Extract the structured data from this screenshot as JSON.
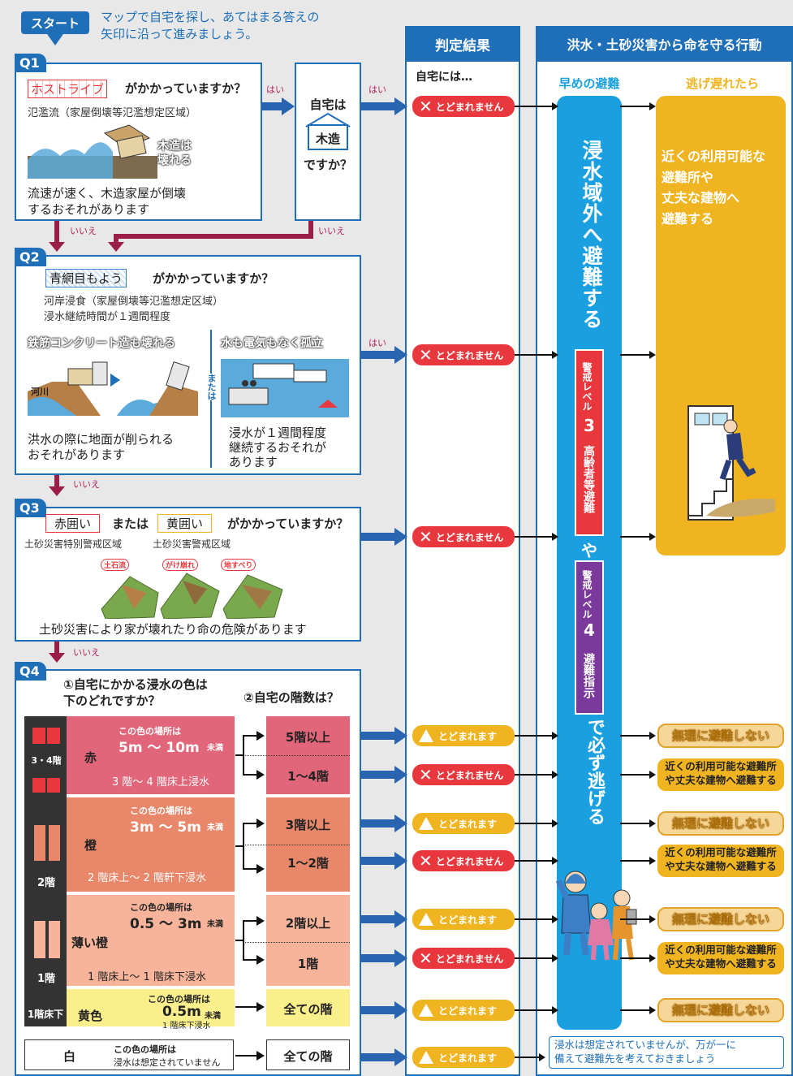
{
  "start": {
    "label": "スタート",
    "instruction": "マップで自宅を探し、あてはまる答えの\n矢印に沿って進みましょう。"
  },
  "headers": {
    "judge": "判定結果",
    "actions": "洪水・土砂災害から命を守る行動",
    "at_home": "自宅には…",
    "early": "早めの避難",
    "late": "逃げ遅れたら"
  },
  "q1": {
    "label": "Q1",
    "term": "ホストライブ",
    "question": "がかかっていますか？",
    "sub": "氾濫流（家屋倒壊等氾濫想定区域）",
    "illus_caption": "木造は\n壊れる",
    "desc": "流速が速く、木造家屋が倒壊\nするおそれがあります",
    "side_title": "自宅は",
    "side_house": "木造",
    "side_q": "ですか？",
    "yes": "はい",
    "yes2": "はい",
    "no": "いいえ",
    "no2": "いいえ"
  },
  "q2": {
    "label": "Q2",
    "term": "青網目もよう",
    "question": "がかかっていますか？",
    "sub1": "河岸浸食（家屋倒壊等氾濫想定区域）",
    "sub2": "浸水継続時間が１週間程度",
    "left_title": "鉄筋コンクリート造も壊れる",
    "right_title": "水も電気もなく孤立",
    "river": "河川",
    "or": "または",
    "left_desc": "洪水の際に地面が削られる\nおそれがあります",
    "right_desc": "浸水が１週間程度\n継続するおそれが\nあります",
    "yes": "はい",
    "no": "いいえ"
  },
  "q3": {
    "label": "Q3",
    "term1": "赤囲い",
    "or": "または",
    "term2": "黄囲い",
    "question": "がかかっていますか？",
    "sub1": "土砂災害特別警戒区域",
    "sub2": "土砂災害警戒区域",
    "tags": [
      "土石流",
      "がけ崩れ",
      "地すべり"
    ],
    "desc": "土砂災害により家が壊れたり命の危険があります",
    "no": "いいえ"
  },
  "q4": {
    "label": "Q4",
    "q_color": "①自宅にかかる浸水の色は\n下のどれですか？",
    "q_floor": "②自宅の階数は？",
    "rows": [
      {
        "floors": "3・4階",
        "color_name": "赤",
        "lead": "この色の場所は",
        "depth": "5m ～ 10m",
        "unit": "未満",
        "note": "3 階～ 4 階床上浸水",
        "opt1": "5階以上",
        "opt2": "1～4階"
      },
      {
        "floors": "2階",
        "color_name": "橙",
        "lead": "この色の場所は",
        "depth": "3m ～ 5m",
        "unit": "未満",
        "note": "2 階床上～ 2 階軒下浸水",
        "opt1": "3階以上",
        "opt2": "1～2階"
      },
      {
        "floors": "1階",
        "color_name": "薄い橙",
        "lead": "この色の場所は",
        "depth": "0.5 ～ 3m",
        "unit": "未満",
        "note": "1 階床上～ 1 階床下浸水",
        "opt1": "2階以上",
        "opt2": "1階"
      },
      {
        "floors": "1階床下",
        "color_name": "黄色",
        "lead": "この色の場所は",
        "depth": "0.5m",
        "unit": "未満",
        "note": "1 階床下浸水",
        "opt1": "全ての階"
      },
      {
        "color_name": "白",
        "lead": "この色の場所は",
        "note": "浸水は想定されていません",
        "opt1": "全ての階"
      }
    ]
  },
  "verdicts": {
    "cannot": "とどまれません",
    "can": "とどまれます"
  },
  "early_column": {
    "main": "浸水域外へ避難する",
    "level3": "警戒レベル",
    "level3_num": "3",
    "level3_text": "高齢者等避難",
    "ya": "や",
    "level4": "警戒レベル",
    "level4_num": "4",
    "level4_text": "避難指示",
    "must": "で必ず逃げる"
  },
  "late_column": {
    "text": "近くの利用可能な\n避難所や\n丈夫な建物へ\n避難する"
  },
  "results": {
    "no_forced": "無理に避難しない",
    "evacuate_near": "近くの利用可能な避難所\nや丈夫な建物へ避難する",
    "white_note": "浸水は想定されていませんが、万が一に\n備えて避難先を考えておきましょう"
  },
  "colors": {
    "blue": "#1e6fb8",
    "cyan": "#1aa0e0",
    "yellow": "#f0b421",
    "red": "#e8383d",
    "maroon": "#9b1e4a",
    "purple": "#7b3a9b",
    "row_red": "#e2667a",
    "row_orange": "#e8876a",
    "row_light": "#f7b49a",
    "row_yellow": "#fbef8c"
  }
}
